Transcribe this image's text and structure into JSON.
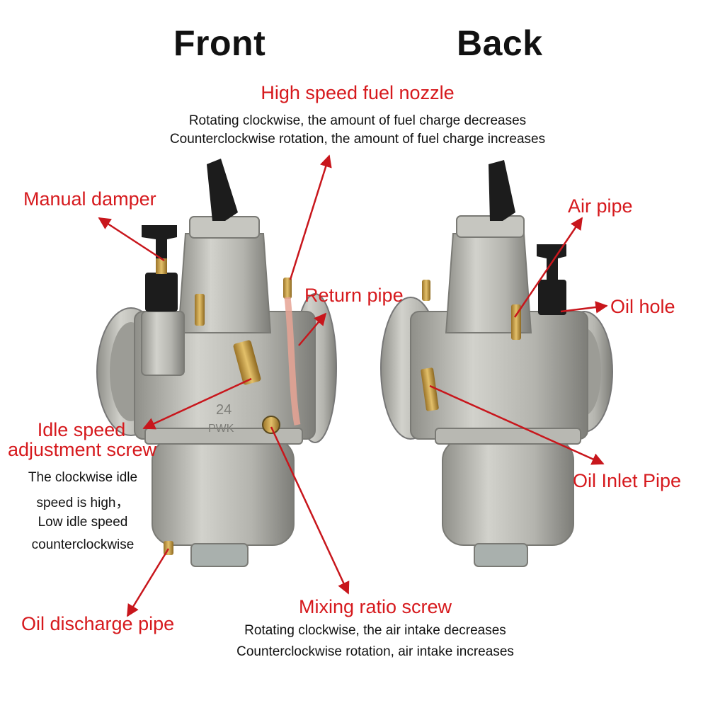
{
  "headings": {
    "front": "Front",
    "back": "Back"
  },
  "colors": {
    "label": "#d6191d",
    "arrow": "#c8161c",
    "text": "#111111",
    "body": "#bcbcb6",
    "brass": "#c9a04a",
    "rubber": "#1c1c1c",
    "tube": "#e6a394"
  },
  "labels": {
    "high_speed_nozzle": "High speed fuel nozzle",
    "high_speed_note_1": "Rotating clockwise, the amount of fuel charge decreases",
    "high_speed_note_2": "Counterclockwise rotation, the amount of fuel charge increases",
    "manual_damper": "Manual damper",
    "return_pipe": "Return pipe",
    "idle_speed_1": "Idle speed",
    "idle_speed_2": "adjustment screw",
    "idle_note_1": "The clockwise idle",
    "idle_note_2": "speed is high，",
    "idle_note_3": "Low  idle speed",
    "idle_note_4": "counterclockwise",
    "oil_discharge": "Oil discharge pipe",
    "mixing_ratio": "Mixing ratio screw",
    "mixing_note_1": "Rotating clockwise, the air intake decreases",
    "mixing_note_2": "Counterclockwise rotation, air intake increases",
    "air_pipe": "Air pipe",
    "oil_hole": "Oil hole",
    "oil_inlet": "Oil Inlet Pipe",
    "body_mark_size": "24",
    "body_mark_brand": "PWK"
  }
}
